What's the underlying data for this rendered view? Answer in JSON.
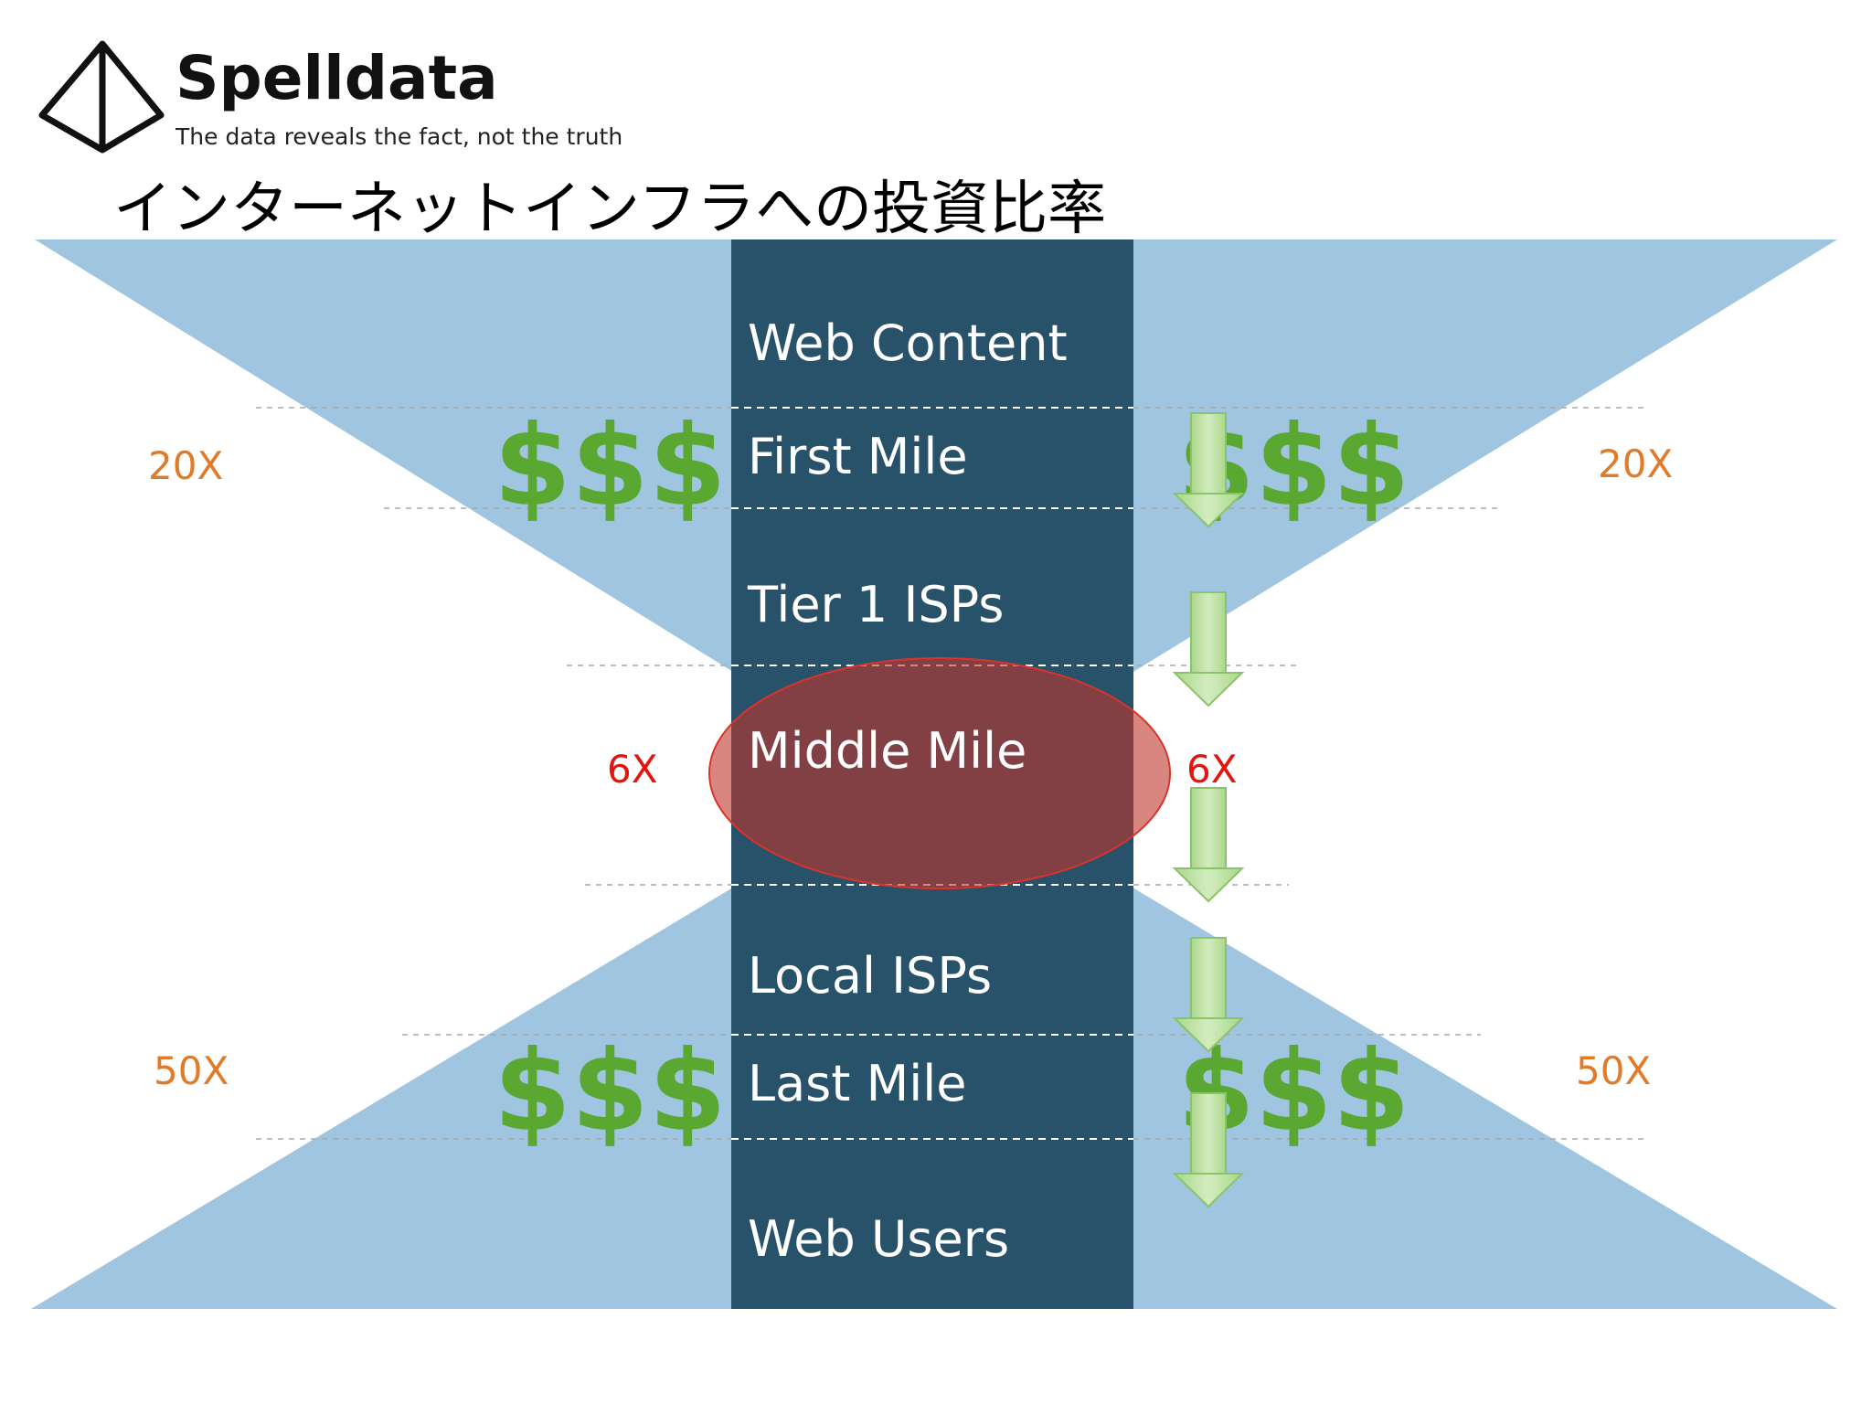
{
  "brand": {
    "name": "Spelldata",
    "tagline": "The data reveals the fact, not the truth"
  },
  "slide": {
    "title": "インターネットインフラへの投資比率"
  },
  "layers": [
    "Web Content",
    "First Mile",
    "Tier 1 ISPs",
    "Middle Mile",
    "Local ISPs",
    "Last Mile",
    "Web Users"
  ],
  "multipliers": {
    "top_left": "20X",
    "top_right": "20X",
    "middle_left": "6X",
    "middle_right": "6X",
    "bottom_left": "50X",
    "bottom_right": "50X"
  },
  "dollars": {
    "top_left": "$$$",
    "top_right": "$$$",
    "bottom_left": "$$$",
    "bottom_right": "$$$"
  },
  "colors": {
    "triangle_fill": "#9fc5e0",
    "column_fill": "#27526a",
    "highlight_ellipse": "#c0362c",
    "multiplier_outer": "#e07b2a",
    "multiplier_middle": "#e0160f",
    "dollar_green": "#5aa832",
    "arrow_green": "#8cc36a"
  },
  "icons": [
    "logo-diamond-icon",
    "down-arrow-icon",
    "dollar-sign-icon"
  ]
}
